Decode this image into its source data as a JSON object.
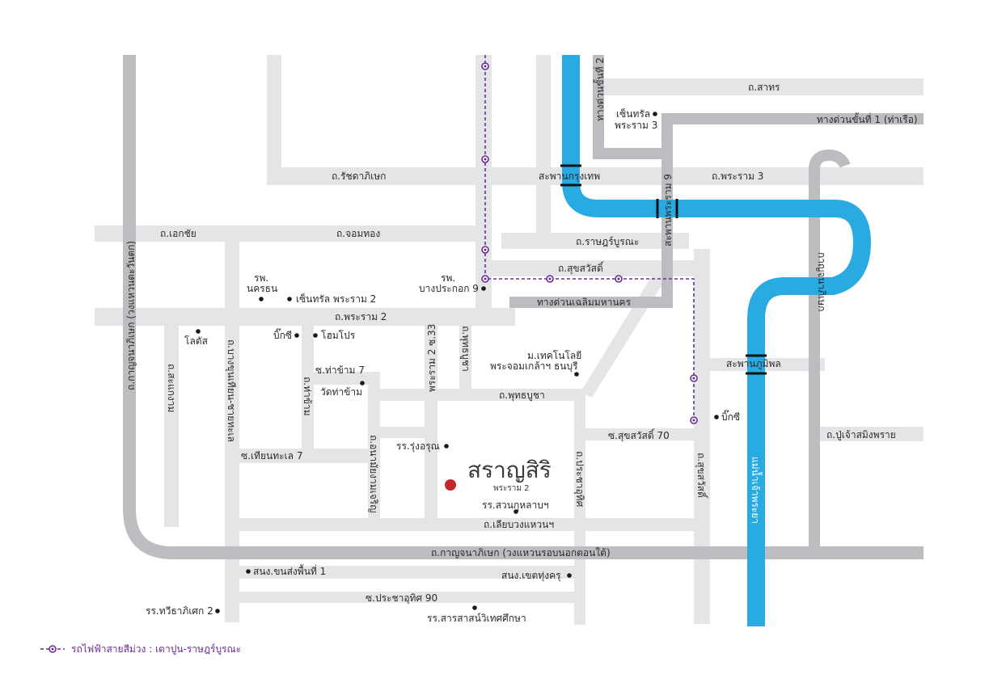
{
  "colors": {
    "road": "#e4e5e7",
    "expressway": "#bcbdc0",
    "river": "#29abe2",
    "purple_line": "#6a2c91",
    "project_marker": "#c1272d"
  },
  "project": {
    "name": "สราญสิริ",
    "subtitle": "พระราม 2"
  },
  "roads": {
    "sathorn": "ถ.สาทร",
    "expressway1": "ทางด่วนขั้นที่ 1 (ท่าเรือ)",
    "expressway2": "ทางด่วนขั้นที่ 2",
    "ratchadaphisek": "ถ.รัชดาภิเษก",
    "rama3": "ถ.พระราม 3",
    "ekkachai": "ถ.เอกชัย",
    "chomthong": "ถ.จอมทอง",
    "ratburana": "ถ.ราษฎร์บูรณะ",
    "suksawat": "ถ.สุขสวัสดิ์",
    "chaloem": "ทางด่วนเฉลิมมหานคร",
    "rama2": "ถ.พระราม 2",
    "rama2_33": "พระราม 2 ซ.33",
    "phutthabucha_v": "ถ.พุทธบูชา",
    "phutthabucha": "ถ.พุทธบูชา",
    "tha_kham7": "ซ.ท่าข้าม 7",
    "tha_kham": "ถ.ท่าข้าม",
    "suksawat70": "ซ.สุขสวัสดิ์ 70",
    "suksawat_v": "ถ.สุขสวัสดิ์",
    "phu_chao": "ถ.ปู่เจ้าสมิงพราย",
    "kanchanaphisek_w": "ถ.กาญจนาภิเษก (วงแหวนตะวันตก)",
    "kanchanaphisek_s": "ถ.กาญจนาภิเษก (วงแหวนรอบนอกตอนใต้)",
    "samae_dam": "ถ.สะแกงาม",
    "bang_khun_thian": "ถ.บางขุนเทียน-ชายทะเล",
    "thian_thale7": "ซ.เทียนทะเล 7",
    "anamai": "ถ.อนามัยงามเจริญ",
    "pracha_uthit": "ถ.ประชาอุทิศ",
    "liap_wong": "ถ.เลียบวงแหวนฯ",
    "pracha_uthit90": "ซ.ประชาอุทิศ 90",
    "rama9_bridge": "สะพานพระราม 9",
    "krungthep_bridge": "สะพานกรุงเทพ",
    "bhumibol_bridge": "สะพานภูมิพล",
    "kanchanaphisek_bridge": "กาญจนาภิเษก"
  },
  "pois": {
    "central_rama3": [
      "เซ็นทรัล",
      "พระราม 3"
    ],
    "rph_nakhon": [
      "รพ.",
      "นครธน"
    ],
    "central_rama2": "เซ็นทรัล พระราม 2",
    "rph_bangprakok": [
      "รพ.",
      "บางประกอก 9"
    ],
    "lotus": "โลตัส",
    "bigc1": "บิ๊กซี",
    "homepro": "โฮมโปร",
    "kmutt": [
      "ม.เทคโนโลยี",
      "พระจอมเกล้าฯ ธนบุรี"
    ],
    "wat_tha_kham": "วัดท่าข้าม",
    "bigc2": "บิ๊กซี",
    "rungaroon": "รร.รุ่งอรุณ",
    "suankularb": "รร.สวนกุหลาบฯ",
    "land_transport": "สนง.ขนส่งพื้นที่ 1",
    "thung_khru": "สนง.เขตทุ่งครุ",
    "thawee": "รร.ทวีธาภิเศก 2",
    "satit": "รร.สารสาสน์วิเทศศึกษา"
  },
  "river_label": "แม่น้ำเจ้าพระยา",
  "legend": {
    "text": "รถไฟฟ้าสายสีม่วง : เตาปูน-ราษฎร์บูรณะ"
  }
}
